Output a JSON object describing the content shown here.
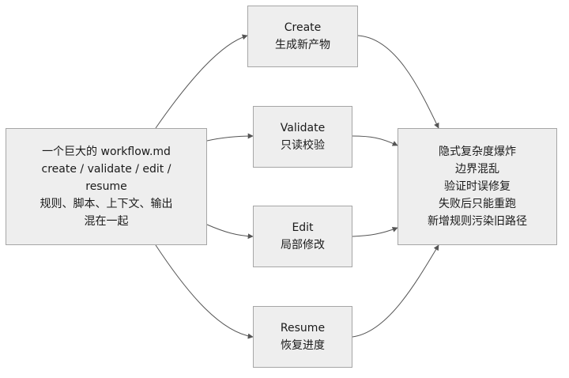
{
  "nodes": {
    "source": {
      "lines": [
        "一个巨大的 workflow.md",
        "create / validate / edit /",
        "resume",
        "规则、脚本、上下文、输出",
        "混在一起"
      ]
    },
    "create": {
      "lines": [
        "Create",
        "生成新产物"
      ]
    },
    "validate": {
      "lines": [
        "Validate",
        "只读校验"
      ]
    },
    "edit": {
      "lines": [
        "Edit",
        "局部修改"
      ]
    },
    "resume": {
      "lines": [
        "Resume",
        "恢复进度"
      ]
    },
    "problems": {
      "lines": [
        "隐式复杂度爆炸",
        "边界混乱",
        "验证时误修复",
        "失败后只能重跑",
        "新增规则污染旧路径"
      ]
    }
  },
  "edges": [
    {
      "from": "source",
      "to": "create"
    },
    {
      "from": "source",
      "to": "validate"
    },
    {
      "from": "source",
      "to": "edit"
    },
    {
      "from": "source",
      "to": "resume"
    },
    {
      "from": "create",
      "to": "problems"
    },
    {
      "from": "validate",
      "to": "problems"
    },
    {
      "from": "edit",
      "to": "problems"
    },
    {
      "from": "resume",
      "to": "problems"
    }
  ],
  "colors": {
    "node_fill": "#eeeeee",
    "node_border": "#a6a6a6",
    "edge": "#555555"
  }
}
